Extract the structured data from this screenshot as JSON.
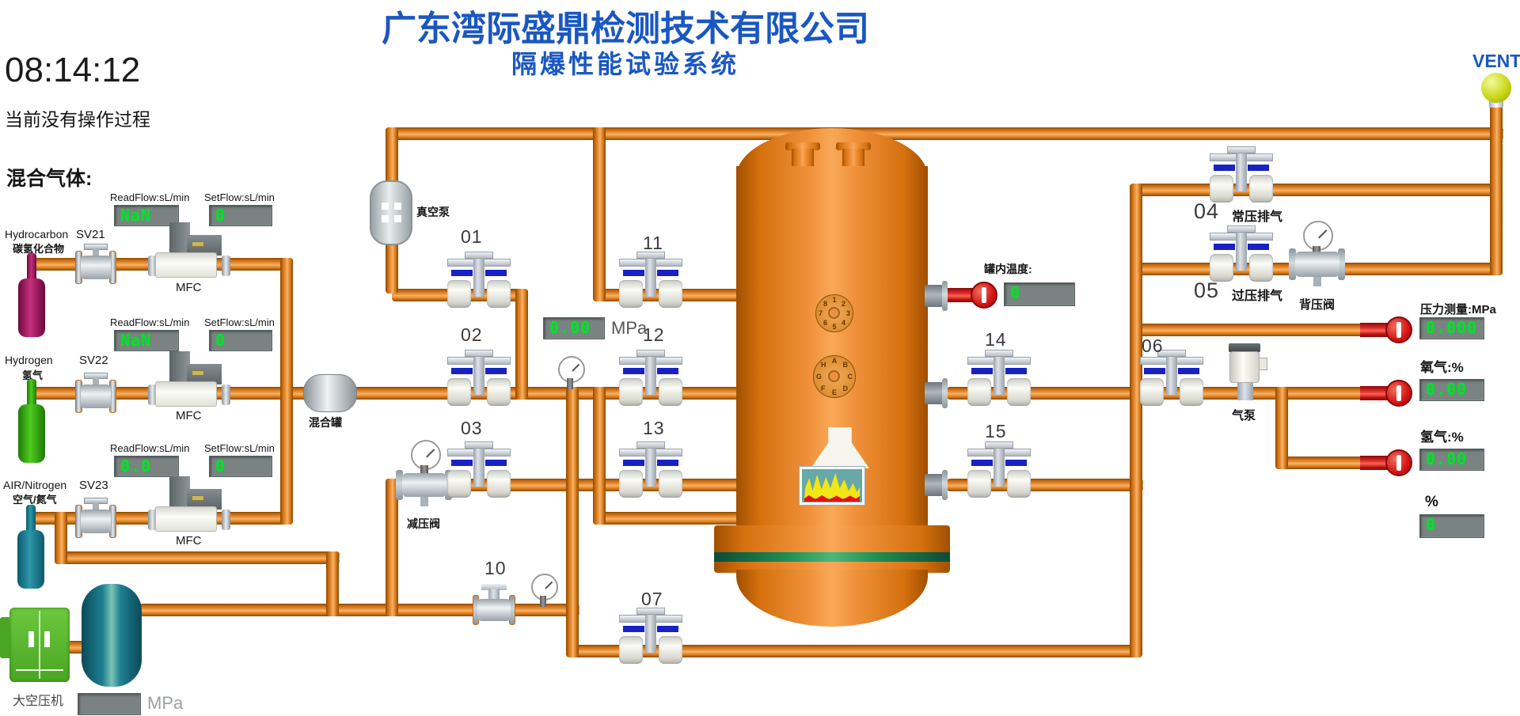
{
  "colors": {
    "title_blue": "#1a57c2",
    "pipe_orange": "#e07818",
    "display_background": "#7a8382",
    "display_green": "#00e22a",
    "valve_seal_blue": "#1822c4",
    "sensor_red": "#d41414",
    "vessel_orange": "#f0913a"
  },
  "header": {
    "company_title": "广东湾际盛鼎检测技术有限公司",
    "system_subtitle": "隔爆性能试验系统",
    "clock": "08:14:12",
    "status_message": "当前没有操作过程",
    "mixed_gas_heading": "混合气体:"
  },
  "vent_label": "VENT",
  "flow_labels": {
    "read": "ReadFlow:sL/min",
    "set": "SetFlow:sL/min"
  },
  "gas_lines": [
    {
      "name_en": "Hydrocarbon",
      "name_cn": "碳氢化合物",
      "valve_tag": "SV21",
      "mfc_label": "MFC",
      "read_value": "NaN",
      "set_value": "0"
    },
    {
      "name_en": "Hydrogen",
      "name_cn": "氢气",
      "valve_tag": "SV22",
      "mfc_label": "MFC",
      "read_value": "NaN",
      "set_value": "0"
    },
    {
      "name_en": "AIR/Nitrogen",
      "name_cn": "空气/氮气",
      "valve_tag": "SV23",
      "mfc_label": "MFC",
      "read_value": "0.0",
      "set_value": "0"
    }
  ],
  "valve_numbers": {
    "v01": "01",
    "v02": "02",
    "v03": "03",
    "v04": "04",
    "v05": "05",
    "v06": "06",
    "v07": "07",
    "v10": "10",
    "v11": "11",
    "v12": "12",
    "v13": "13",
    "v14": "14",
    "v15": "15"
  },
  "equipment_labels": {
    "vacuum_pump": "真空泵",
    "mixing_tank": "混合罐",
    "pressure_reducing_valve": "减压阀",
    "back_pressure_valve": "背压阀",
    "gas_pump": "气泵",
    "air_compressor": "大空压机"
  },
  "exhaust_labels": {
    "normal_pressure": "常压排气",
    "over_pressure": "过压排气"
  },
  "mixing_pressure": {
    "value": "0.00",
    "unit": "MPa"
  },
  "tank_temperature": {
    "label": "罐内温度:",
    "value": "0"
  },
  "right_panel": {
    "pressure": {
      "label": "压力测量:MPa",
      "value": "0.000"
    },
    "oxygen": {
      "label": "氧气:%",
      "value": "0.00"
    },
    "hydrogen": {
      "label": "氢气:%",
      "value": "0.00"
    },
    "percent": {
      "label": "%",
      "value": "0"
    }
  },
  "compressor_gauge": {
    "value": "",
    "unit": "MPa"
  },
  "vessel": {
    "dial_numbers": [
      "1",
      "2",
      "3",
      "4",
      "5",
      "6",
      "7",
      "8"
    ],
    "dial_letters": [
      "A",
      "B",
      "C",
      "D",
      "E",
      "F",
      "G",
      "H"
    ]
  }
}
